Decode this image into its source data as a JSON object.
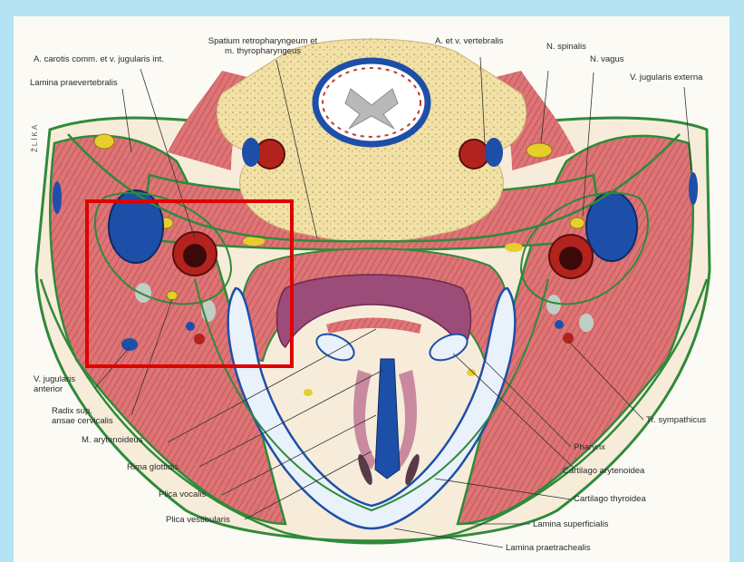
{
  "colors": {
    "frame_bg": "#b5e3f3",
    "paper": "#fbfaf5",
    "muscle": "#d9676a",
    "fascia": "#2f8a3a",
    "vein": "#1e4fa8",
    "artery": "#b3231e",
    "nerve": "#e6cf2c",
    "highlight_box": "#e00000"
  },
  "labels": {
    "spatium": "Spatium retropharyngeum et\nm. thyropharyngeus",
    "a_vertebralis": "A. et v. vertebralis",
    "n_spinalis": "N. spinalis",
    "n_vagus": "N. vagus",
    "v_jug_ext": "V. jugularis externa",
    "a_carotis": "A. carotis comm. et v. jugularis int.",
    "lamina_praevert": "Lamina praevertebralis",
    "v_jug_ant": "V. jugularis\nanterior",
    "radix": "Radix sup.\nansae cervicalis",
    "m_aryt": "M. arytenoideus",
    "rima": "Rima glottidis",
    "plica_voc": "Plica vocalis",
    "plica_vest": "Plica vestibularis",
    "tr_symp": "Tr. sympathicus",
    "pharynx": "Pharynx",
    "cart_aryt": "Cartilago arytenoidea",
    "cart_thyr": "Cartilago thyroidea",
    "lamina_sup": "Lamina superficialis",
    "lamina_praetrach": "Lamina praetrachealis",
    "side_text": "ŽLİKA"
  }
}
